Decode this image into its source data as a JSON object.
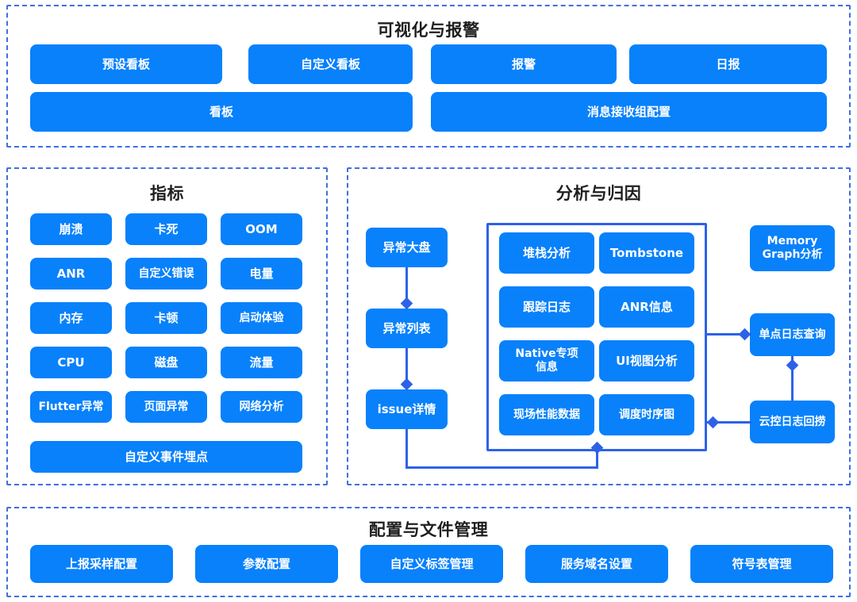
{
  "colors": {
    "button_blue": "#0881FB",
    "border_blue": "#3F6FE0",
    "connector_blue": "#2D62E8",
    "title_text": "#1F1F1F",
    "button_text": "#FFFFFF",
    "background": "#FFFFFF"
  },
  "sections": {
    "visualization": {
      "title": "可视化与报警",
      "row1": [
        {
          "label": "预设看板"
        },
        {
          "label": "自定义看板"
        },
        {
          "label": "报警"
        },
        {
          "label": "日报"
        }
      ],
      "row2": [
        {
          "label": "看板"
        },
        {
          "label": "消息接收组配置"
        }
      ]
    },
    "metrics": {
      "title": "指标",
      "grid": [
        {
          "label": "崩溃"
        },
        {
          "label": "卡死"
        },
        {
          "label": "OOM"
        },
        {
          "label": "ANR"
        },
        {
          "label": "自定义错误"
        },
        {
          "label": "电量"
        },
        {
          "label": "内存"
        },
        {
          "label": "卡顿"
        },
        {
          "label": "启动体验"
        },
        {
          "label": "CPU"
        },
        {
          "label": "磁盘"
        },
        {
          "label": "流量"
        },
        {
          "label": "Flutter异常"
        },
        {
          "label": "页面异常"
        },
        {
          "label": "网络分析"
        }
      ],
      "full_width": {
        "label": "自定义事件埋点"
      }
    },
    "analysis": {
      "title": "分析与归因",
      "flow_column": [
        {
          "label": "异常大盘"
        },
        {
          "label": "异常列表"
        },
        {
          "label": "issue详情"
        }
      ],
      "detail_grid": [
        {
          "label": "堆栈分析"
        },
        {
          "label": "Tombstone"
        },
        {
          "label": "跟踪日志"
        },
        {
          "label": "ANR信息"
        },
        {
          "label": "Native专项\n信息"
        },
        {
          "label": "UI视图分析"
        },
        {
          "label": "现场性能数据"
        },
        {
          "label": "调度时序图"
        }
      ],
      "right_column": [
        {
          "label": "Memory\nGraph分析"
        },
        {
          "label": "单点日志查询"
        },
        {
          "label": "云控日志回捞"
        }
      ]
    },
    "configuration": {
      "title": "配置与文件管理",
      "items": [
        {
          "label": "上报采样配置"
        },
        {
          "label": "参数配置"
        },
        {
          "label": "自定义标签管理"
        },
        {
          "label": "服务域名设置"
        },
        {
          "label": "符号表管理"
        }
      ]
    }
  }
}
